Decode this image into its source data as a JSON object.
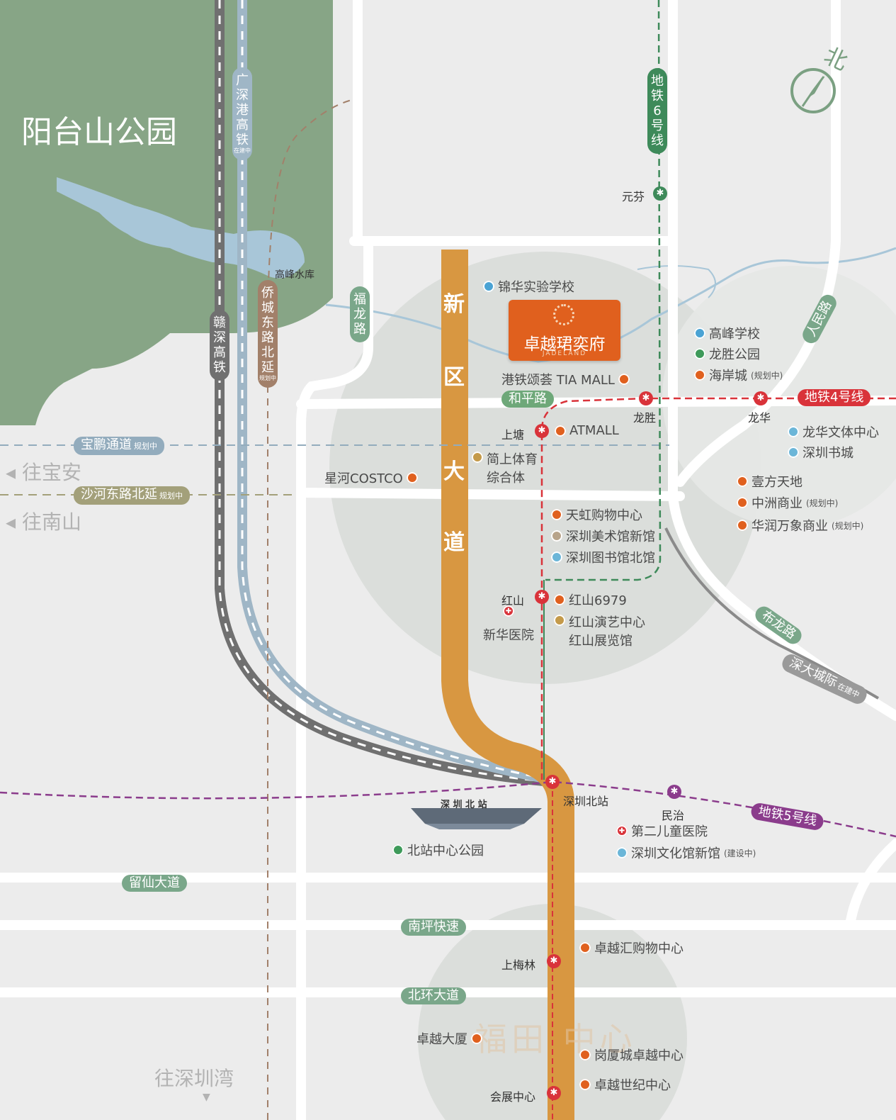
{
  "park": {
    "name": "阳台山公园",
    "reservoir": "高峰水库"
  },
  "project": {
    "name": "卓越珺奕府",
    "sub": "JADELAND",
    "color": "#e0601e"
  },
  "avenue": {
    "chars": [
      "新",
      "区",
      "大",
      "道"
    ],
    "color": "#d89741"
  },
  "directions": {
    "baoan": "往宝安",
    "nanshan": "往南山",
    "shenzhenwan": "往深圳湾",
    "north": "北"
  },
  "roads": {
    "baopeng": {
      "name": "宝鹏通道",
      "note": "规划中"
    },
    "shahe": {
      "name": "沙河东路北延",
      "note": "规划中"
    },
    "guangshen": {
      "name": "广深港高铁",
      "note": "在建中"
    },
    "ganshen": {
      "name": "赣深高铁"
    },
    "qiaocheng": {
      "name": "侨城东路北延",
      "note": "规划中"
    },
    "fulong": {
      "name": "福龙路"
    },
    "heping": {
      "name": "和平路"
    },
    "renmin": {
      "name": "人民路"
    },
    "bulong": {
      "name": "布龙路"
    },
    "shenda": {
      "name": "深大城际",
      "note": "在建中"
    },
    "liuxian": {
      "name": "留仙大道"
    },
    "nanping": {
      "name": "南坪快速"
    },
    "beihuan": {
      "name": "北环大道"
    }
  },
  "metro_lines": {
    "line4": {
      "name": "地铁4号线",
      "color": "#d9333a"
    },
    "line5": {
      "name": "地铁5号线",
      "color": "#8b3c8c"
    },
    "line6": {
      "name": "地铁6号线",
      "color": "#3e8a5a"
    }
  },
  "stations": {
    "yuanfen": "元芬",
    "longsheng": "龙胜",
    "longhua": "龙华",
    "shangtang": "上塘",
    "hongshan": "红山",
    "shenzhenbei": "深圳北站",
    "minzhi": "民治",
    "shangmeilin": "上梅林",
    "huizhan": "会展中心"
  },
  "metro_symbol": "✱",
  "north_station_building": "深 圳 北 站",
  "futian": "福田 中心",
  "pois": {
    "jinhua": "锦华实验学校",
    "tiamall": "港铁颂荟 TIA MALL",
    "atmall": "ATMALL",
    "jianshang": [
      "简上体育",
      "综合体"
    ],
    "costco": "星河COSTCO",
    "tianhong": "天虹购物中心",
    "meishu": "深圳美术馆新馆",
    "tushu": "深圳图书馆北馆",
    "hongshan6979": "红山6979",
    "yanyi": [
      "红山演艺中心",
      "红山展览馆"
    ],
    "xinhua": "新华医院",
    "gaofeng": "高峰学校",
    "longshenggy": "龙胜公园",
    "haian": {
      "name": "海岸城",
      "note": "(规划中)"
    },
    "longhuawt": "龙华文体中心",
    "shenzhenshucheng": "深圳书城",
    "yifang": "壹方天地",
    "zhongzhou": {
      "name": "中洲商业",
      "note": "(规划中)"
    },
    "huarun": {
      "name": "华润万象商业",
      "note": "(规划中)"
    },
    "bzpark": "北站中心公园",
    "ertong": "第二儿童医院",
    "wenhua": {
      "name": "深圳文化馆新馆",
      "note": "(建设中)"
    },
    "zhuoyuehui": "卓越汇购物中心",
    "zhuoyuedasha": "卓越大厦",
    "gangxia": "岗厦城卓越中心",
    "shiji": "卓越世纪中心"
  }
}
